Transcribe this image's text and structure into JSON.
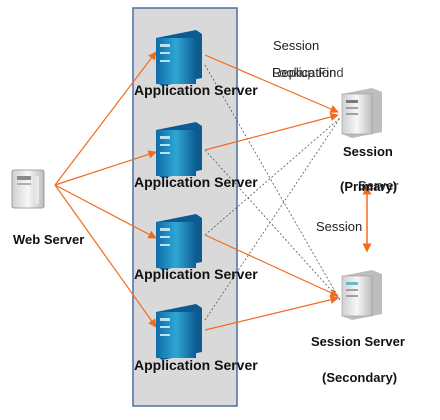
{
  "diagram": {
    "web_server": {
      "label": "Web Server"
    },
    "app_servers": [
      {
        "label": "Application Server"
      },
      {
        "label": "Application Server"
      },
      {
        "label": "Application Server"
      },
      {
        "label": "Application Server"
      }
    ],
    "session_primary": {
      "label": "Session",
      "label2": "(Primary)",
      "overlap": "Server"
    },
    "session_secondary": {
      "label": "Session Server",
      "label2": "(Secondary)"
    },
    "top_text": {
      "line1": "Session",
      "line2a": "Replication",
      "line2b": "Lookup Find"
    },
    "middle_text": {
      "label": "Session"
    }
  },
  "colors": {
    "orange": "#F26B1D",
    "box_fill": "#D9D9D9",
    "box_stroke": "#4A6FA5",
    "dotted": "#555555"
  }
}
